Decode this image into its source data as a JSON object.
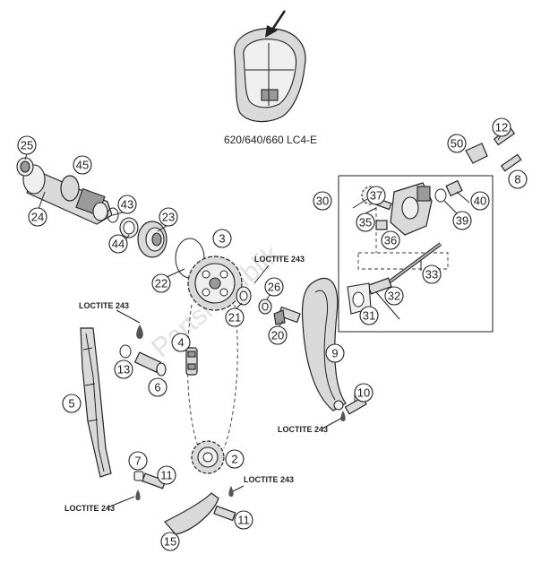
{
  "model_label": "620/640/660 LC4-E",
  "watermark": "Partsrepublik",
  "loctite_label": "LOCTITE 243",
  "callouts": [
    "25",
    "45",
    "24",
    "43",
    "44",
    "23",
    "22",
    "3",
    "21",
    "26",
    "20",
    "4",
    "13",
    "6",
    "5",
    "7",
    "11",
    "11",
    "2",
    "15",
    "30",
    "37",
    "35",
    "36",
    "33",
    "32",
    "31",
    "50",
    "12",
    "8",
    "40",
    "39",
    "9",
    "10"
  ]
}
